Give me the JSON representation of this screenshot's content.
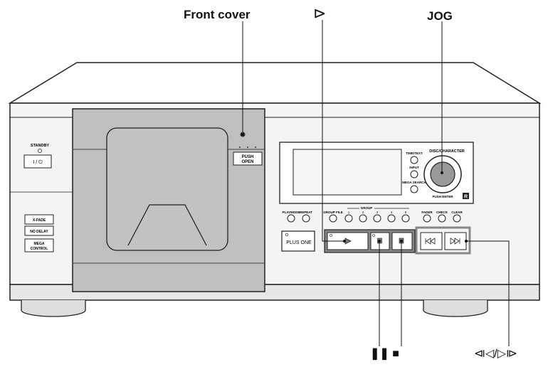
{
  "callouts": {
    "front_cover": "Front cover",
    "play": "⊳",
    "jog": "JOG",
    "pause_stop": "❚❚  ■",
    "skip": "⧏◁/▷⧐"
  },
  "panel": {
    "standby": "STANDBY",
    "power_symbol": "I / ⏻",
    "push_open_1": "PUSH",
    "push_open_2": "OPEN",
    "x_fade": "X-FADE",
    "no_delay": "NO DELAY",
    "mega_control_1": "MEGA",
    "mega_control_2": "CONTROL",
    "time_text": "TIME/TEXT",
    "input": "INPUT",
    "mega_search": "MEGA SEARCH",
    "disc_character": "DISC/CHARACTER",
    "push_enter": "PUSH ENTER",
    "playmode": "PLAYMODE",
    "repeat": "REPEAT",
    "group_file": "GROUP FILE",
    "group": "GROUP",
    "g1": "1",
    "g2": "2",
    "g3": "3",
    "g4": "4",
    "g5": "5",
    "fader": "FADER",
    "check": "CHECK",
    "clear": "CLEAR",
    "plus_one": "PLUS ONE",
    "r_badge": "R"
  }
}
